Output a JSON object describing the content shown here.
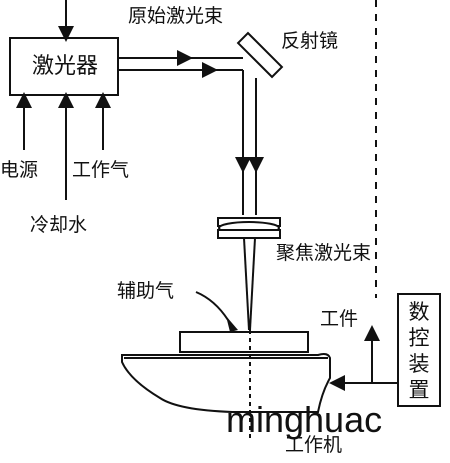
{
  "labels": {
    "original_beam": "原始激光束",
    "laser": "激光器",
    "mirror": "反射镜",
    "power": "电源",
    "working_gas": "工作气",
    "cooling_water": "冷却水",
    "focused_beam": "聚焦激光束",
    "assist_gas": "辅助气",
    "workpiece": "工件",
    "machine_tool": "工作机",
    "nc_device_chars": [
      "数",
      "控",
      "装",
      "置"
    ]
  },
  "watermark": "minghuac"
}
